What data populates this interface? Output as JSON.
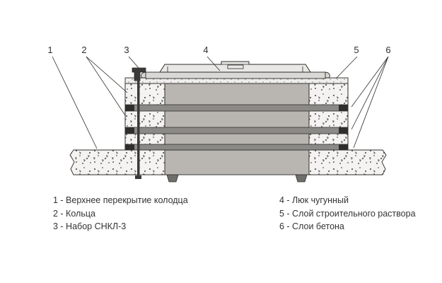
{
  "drawing": {
    "callouts": [
      "1",
      "2",
      "3",
      "4",
      "5",
      "6"
    ]
  },
  "legend": {
    "left": [
      "1 - Верхнее перекрытие колодца",
      "2 - Кольца",
      "3 - Набор СНКЛ-3"
    ],
    "right": [
      "4 - Люк чугунный",
      "5 - Слой строительного раствора",
      "6 - Слои бетона"
    ]
  },
  "colors": {
    "line": "#2e2d2b",
    "shaft_gray": "#b9b6b2",
    "band_gray": "#8b8a87",
    "seal_black": "#2f2e2c",
    "concrete_bg": "#f4f3f1",
    "metal_light": "#e9e8e5",
    "metal_mid": "#d9d8d5",
    "dark_part": "#3b3a38"
  }
}
